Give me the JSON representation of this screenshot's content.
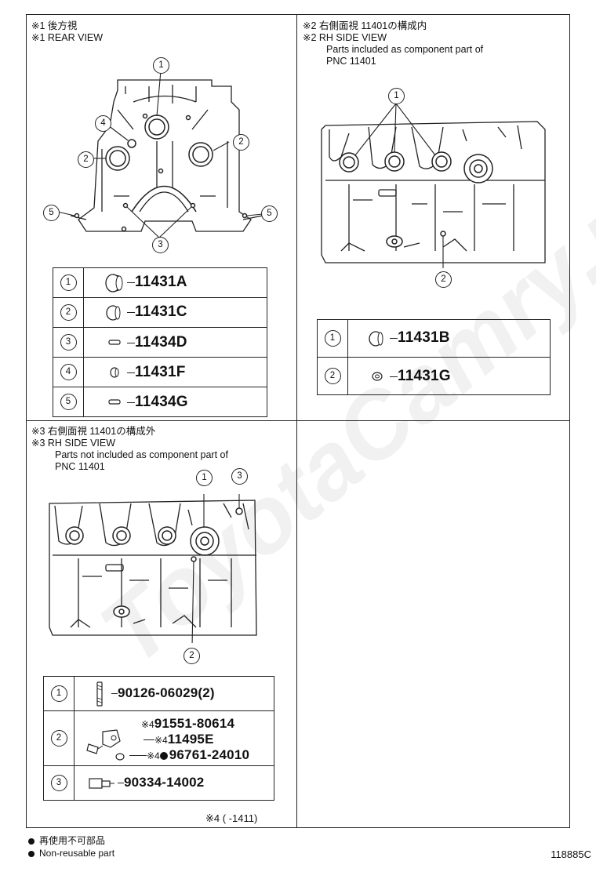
{
  "sections": {
    "rear": {
      "title_jp": "※1 後方視",
      "title_en": "※1 REAR VIEW"
    },
    "rh_in": {
      "title_jp": "※2 右側面視 11401の構成内",
      "title_en": "※2 RH SIDE VIEW",
      "desc1": "Parts included as component part of",
      "desc2": "PNC 11401"
    },
    "rh_out": {
      "title_jp": "※3 右側面視 11401の構成外",
      "title_en": "※3 RH SIDE VIEW",
      "desc1": "Parts not included as component part of",
      "desc2": "PNC 11401"
    }
  },
  "callouts": [
    "1",
    "2",
    "3",
    "4",
    "5"
  ],
  "table_rear": [
    {
      "num": "1",
      "part": "11431A"
    },
    {
      "num": "2",
      "part": "11431C"
    },
    {
      "num": "3",
      "part": "11434D"
    },
    {
      "num": "4",
      "part": "11431F"
    },
    {
      "num": "5",
      "part": "11434G"
    }
  ],
  "table_rh_in": [
    {
      "num": "1",
      "part": "11431B"
    },
    {
      "num": "2",
      "part": "11431G"
    }
  ],
  "table_rh_out": {
    "row1": {
      "num": "1",
      "part": "90126-06029(2)"
    },
    "row2": {
      "num": "2",
      "part_a_prefix": "※4",
      "part_a": "91551-80614",
      "part_b_prefix": "※4",
      "part_b": "11495E",
      "part_c_prefix": "※4",
      "part_c": "96761-24010"
    },
    "row3": {
      "num": "3",
      "part": "90334-14002"
    },
    "note": "※4 (      -1411)"
  },
  "footer": {
    "jp": "再使用不可部品",
    "en": "Non-reusable part"
  },
  "diagram_code": "118885C",
  "watermark": "ToyotaCamry.ru"
}
